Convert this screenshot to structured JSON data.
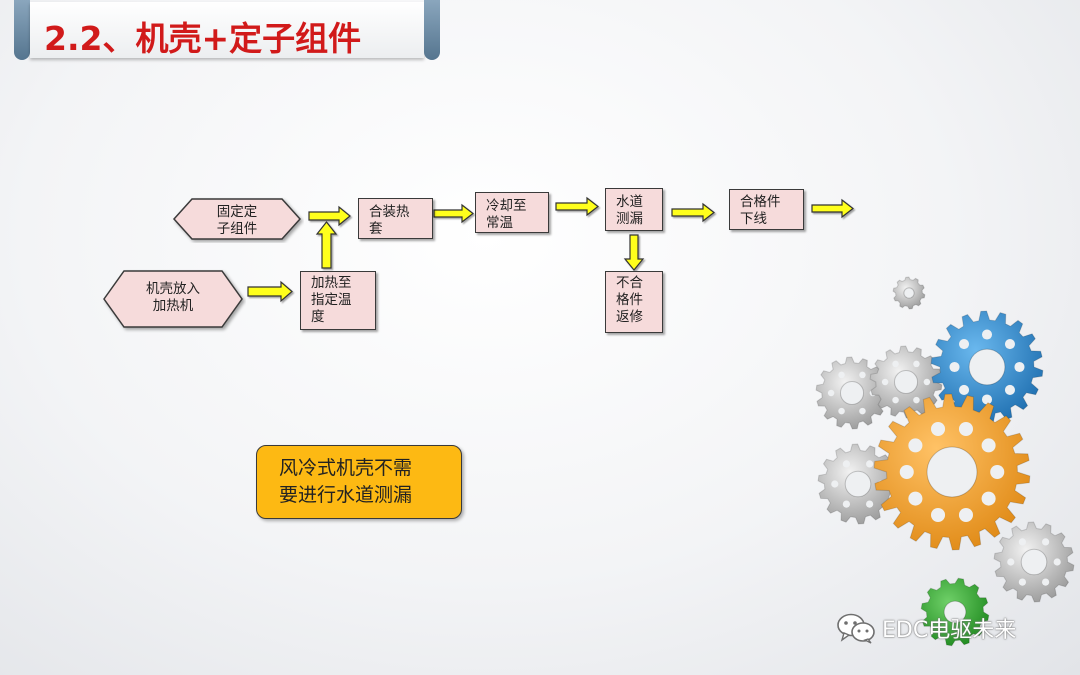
{
  "slide": {
    "title": "2.2、机壳+定子组件"
  },
  "flow": {
    "nodes": {
      "fix_stator": "固定定\n子组件",
      "housing_in": "机壳放入\n加热机",
      "heat_temp": "加热至\n指定温\n度",
      "heat_sleeve": "合装热\n套",
      "cool": "冷却至\n常温",
      "leak_test": "水道\n测漏",
      "pass": "合格件\n下线",
      "fail": "不合\n格件\n返修"
    }
  },
  "note": {
    "text": "风冷式机壳不需\n要进行水道测漏"
  },
  "watermark": {
    "text": "EDC电驱未来",
    "icon": "wechat-icon"
  },
  "colors": {
    "title_red": "#d11a1a",
    "box_fill": "#f6dbdb",
    "arrow_yellow": "#ffff1a",
    "note_orange": "#fdb913"
  }
}
